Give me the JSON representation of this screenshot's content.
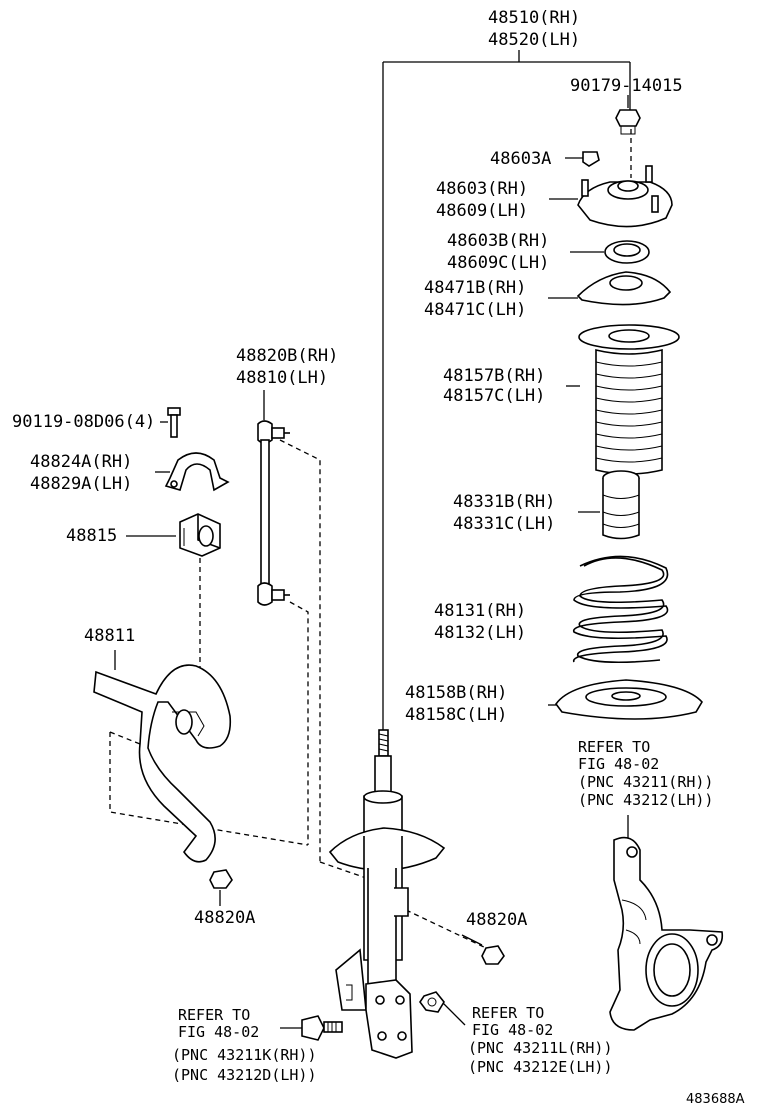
{
  "labels": {
    "strut_rh": "48510(RH)",
    "strut_lh": "48520(LH)",
    "nut_top": "90179-14015",
    "cap": "48603A",
    "support_rh": "48603(RH)",
    "support_lh": "48609(LH)",
    "bearing_rh": "48603B(RH)",
    "bearing_lh": "48609C(LH)",
    "seat_upper_rh": "48471B(RH)",
    "seat_upper_lh": "48471C(LH)",
    "boot_rh": "48157B(RH)",
    "boot_lh": "48157C(LH)",
    "bumper_rh": "48331B(RH)",
    "bumper_lh": "48331C(LH)",
    "spring_rh": "48131(RH)",
    "spring_lh": "48132(LH)",
    "insulator_rh": "48158B(RH)",
    "insulator_lh": "48158C(LH)",
    "link_rh": "48820B(RH)",
    "link_lh": "48810(LH)",
    "bolt": "90119-08D06(4)",
    "bracket_rh": "48824A(RH)",
    "bracket_lh": "48829A(LH)",
    "bushing": "48815",
    "stabilizer_bar": "48811",
    "nut_left": "48820A",
    "nut_right": "48820A"
  },
  "refs": {
    "knuckle": {
      "line1": "REFER TO",
      "line2": "FIG 48-02",
      "line3": "(PNC 43211(RH))",
      "line4": "(PNC 43212(LH))"
    },
    "bolt_left": {
      "line1": "REFER TO",
      "line2": "FIG 48-02",
      "line3": "(PNC 43211K(RH))",
      "line4": "(PNC 43212D(LH))"
    },
    "nut_right": {
      "line1": "REFER TO",
      "line2": "FIG 48-02",
      "line3": "(PNC 43211L(RH))",
      "line4": "(PNC 43212E(LH))"
    }
  },
  "diagram_id": "483688A"
}
